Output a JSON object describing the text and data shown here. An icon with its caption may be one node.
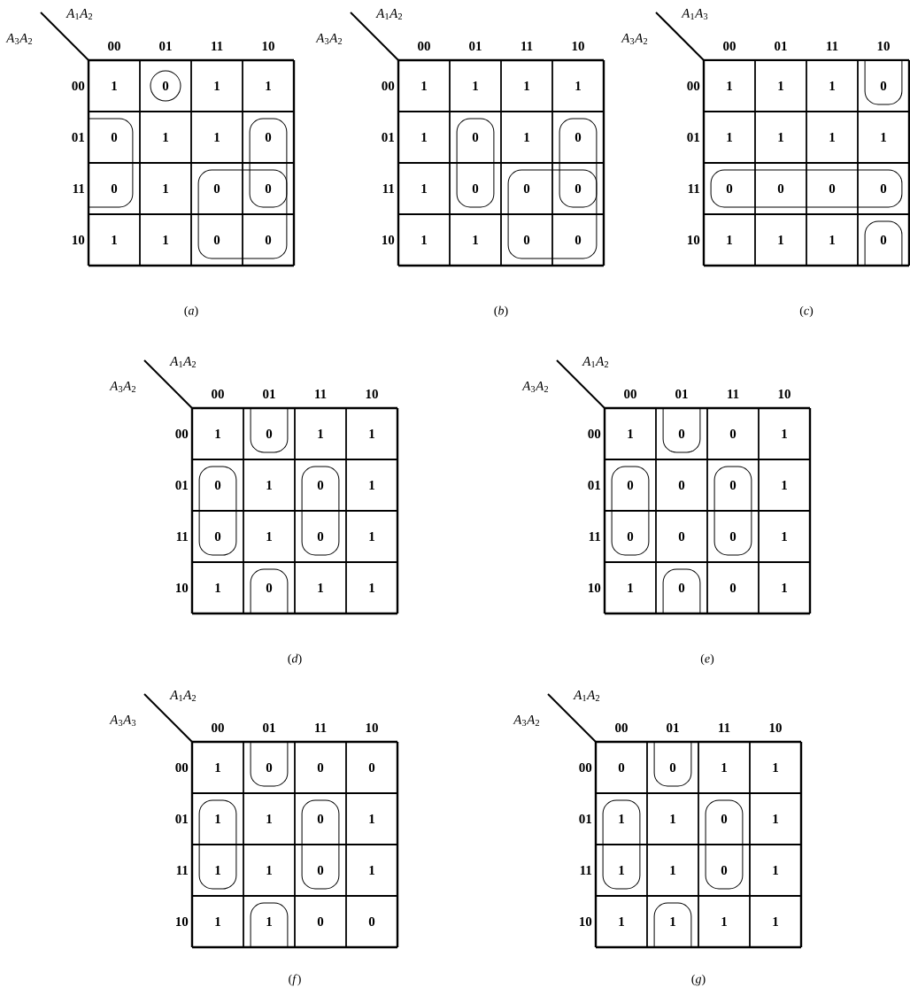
{
  "diagram": {
    "labels": [
      "*A*$_{1}$*A*$_{2}$",
      "*A*$_{3}$*A*$_{2}$",
      "00",
      "01",
      "11",
      "10",
      "00",
      "1",
      "0",
      "1",
      "1",
      "01",
      "0",
      "1",
      "1",
      "0",
      "11",
      "0",
      "1",
      "0",
      "0",
      "10",
      "1",
      "1",
      "0",
      "0",
      "(*a*)",
      "*A*$_{1}$*A*$_{2}$",
      "*A*$_{3}$*A*$_{2}$",
      "00",
      "01",
      "11",
      "10",
      "00",
      "1",
      "1",
      "1",
      "1",
      "01",
      "1",
      "0",
      "1",
      "0",
      "11",
      "1",
      "0",
      "0",
      "0",
      "10",
      "1",
      "1",
      "0",
      "0",
      "(*b*)",
      "*A*$_{1}$*A*$_{3}$",
      "*A*$_{3}$*A*$_{2}$",
      "00",
      "01",
      "11",
      "10",
      "00",
      "1",
      "1",
      "1",
      "0",
      "01",
      "1",
      "1",
      "1",
      "1",
      "11",
      "0",
      "0",
      "0",
      "0",
      "10",
      "1",
      "1",
      "1",
      "0",
      "(*c*)",
      "*A*$_{1}$*A*$_{2}$",
      "*A*$_{3}$*A*$_{2}$",
      "00",
      "01",
      "11",
      "10",
      "00",
      "1",
      "0",
      "1",
      "1",
      "01",
      "0",
      "1",
      "0",
      "1",
      "11",
      "0",
      "1",
      "0",
      "1",
      "10",
      "1",
      "0",
      "1",
      "1",
      "(*d*)",
      "*A*$_{1}$*A*$_{2}$",
      "*A*$_{3}$*A*$_{2}$",
      "00",
      "01",
      "11",
      "10",
      "00",
      "1",
      "0",
      "0",
      "1",
      "01",
      "0",
      "0",
      "0",
      "1",
      "11",
      "0",
      "0",
      "0",
      "1",
      "10",
      "1",
      "0",
      "0",
      "1",
      "(*e*)",
      "*A*$_{1}$*A*$_{2}$",
      "*A*$_{3}$*A*$_{3}$",
      "00",
      "01",
      "11",
      "10",
      "00",
      "1",
      "0",
      "0",
      "0",
      "01",
      "1",
      "1",
      "0",
      "1",
      "11",
      "1",
      "1",
      "0",
      "1",
      "10",
      "1",
      "1",
      "0",
      "0",
      "(*f*)",
      "*A*$_{1}$*A*$_{2}$",
      "*A*$_{3}$*A*$_{2}$",
      "00",
      "01",
      "11",
      "10",
      "00",
      "0",
      "0",
      "1",
      "1",
      "01",
      "1",
      "1",
      "0",
      "1",
      "11",
      "1",
      "1",
      "0",
      "1",
      "10",
      "1",
      "1",
      "1",
      "1",
      "(*g*)"
    ]
  }
}
